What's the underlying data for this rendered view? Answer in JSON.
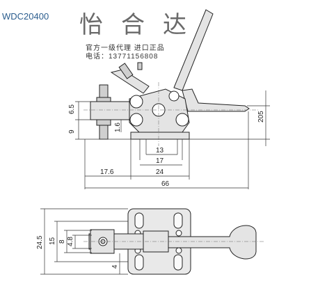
{
  "header": {
    "model": "WDC20400",
    "brand": "怡合达",
    "agent": "官方一级代理 进口正品",
    "phone": "电话：13771156808"
  },
  "side_view": {
    "dims": {
      "d6_5": "6.5",
      "d9": "9",
      "d1_6": "1.6",
      "d205": "205",
      "d13": "13",
      "d17": "17",
      "d17_6": "17.6",
      "d24": "24",
      "d66": "66"
    }
  },
  "top_view": {
    "dims": {
      "d24_5": "24.5",
      "d15": "15",
      "d8": "8",
      "d4_8": "4.8",
      "d4": "4"
    }
  }
}
